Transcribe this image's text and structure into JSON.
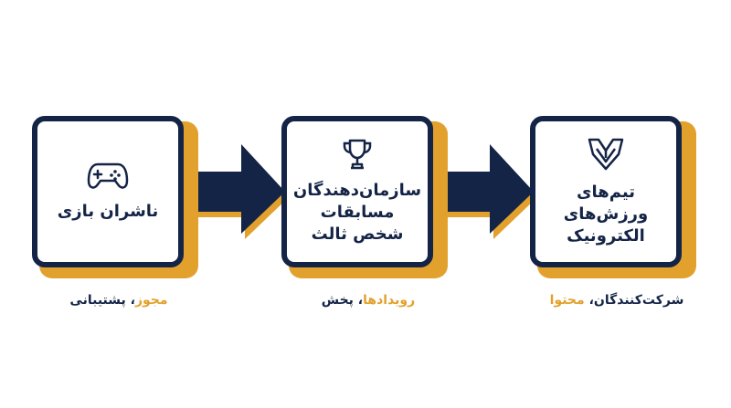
{
  "colors": {
    "navy": "#142447",
    "gold": "#e2a12c",
    "background": "#ffffff"
  },
  "cards": [
    {
      "icon": "gamepad-icon",
      "title": "ناشران بازی"
    },
    {
      "icon": "trophy-icon",
      "title": "سازمان‌دهندگان\nمسابقات\nشخص ثالث"
    },
    {
      "icon": "esports-logo-icon",
      "title": "تیم‌های\nورزش‌های\nالکترونیک"
    }
  ],
  "captions": [
    {
      "accent": "مجوز",
      "separator": "، ",
      "rest": "پشتیبانی"
    },
    {
      "accent": "رویدادها",
      "separator": "، ",
      "rest": "پخش"
    },
    {
      "rest": "شرکت‌کنندگان",
      "separator": "، ",
      "accent": "محتوا"
    }
  ]
}
